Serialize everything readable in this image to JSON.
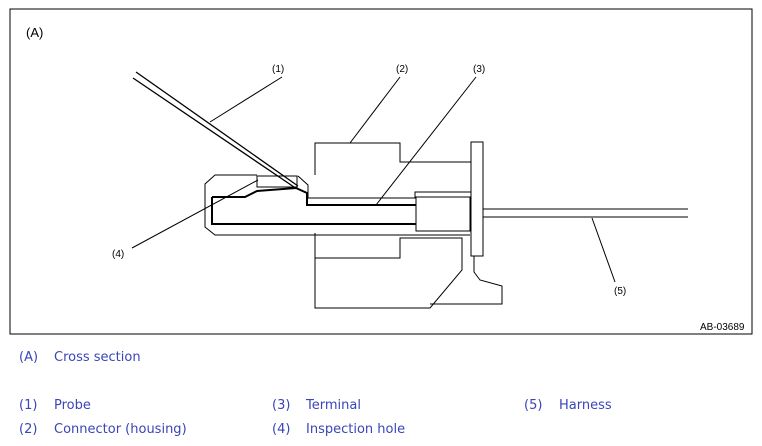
{
  "figure": {
    "panel_label": "(A)",
    "callouts": [
      "(1)",
      "(2)",
      "(3)",
      "(4)",
      "(5)"
    ],
    "figure_id": "AB-03689"
  },
  "legend": {
    "section": {
      "code": "(A)",
      "text": "Cross section"
    },
    "items": [
      {
        "code": "(1)",
        "text": "Probe"
      },
      {
        "code": "(2)",
        "text": "Connector (housing)"
      },
      {
        "code": "(3)",
        "text": "Terminal"
      },
      {
        "code": "(4)",
        "text": "Inspection hole"
      },
      {
        "code": "(5)",
        "text": "Harness"
      }
    ]
  }
}
